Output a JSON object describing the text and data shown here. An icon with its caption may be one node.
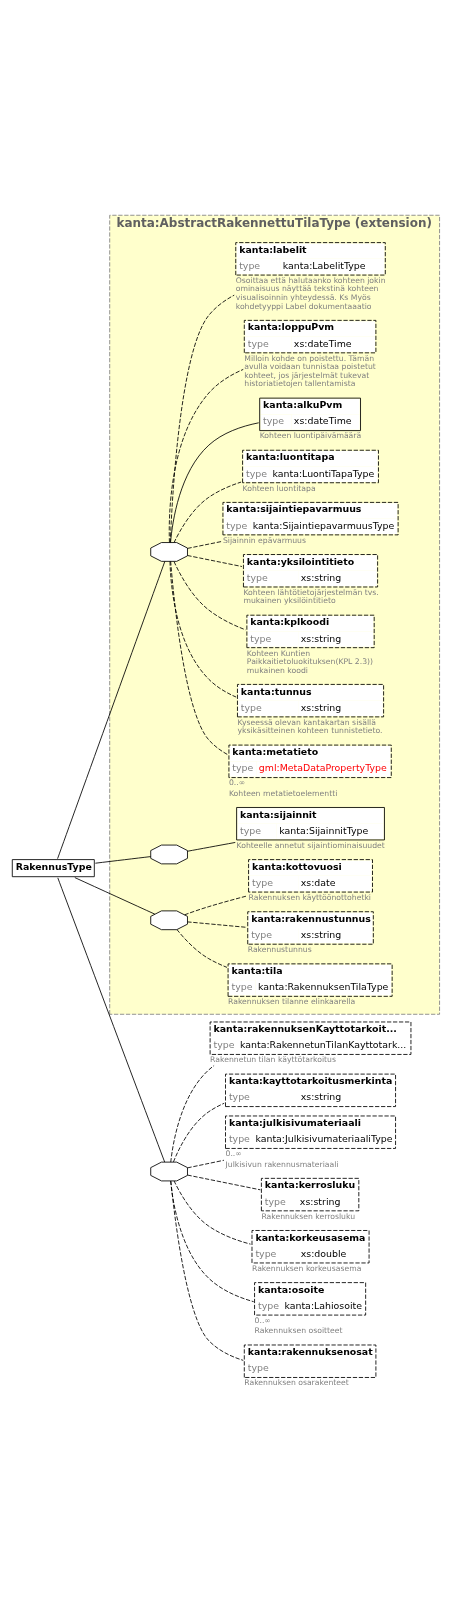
{
  "diagram": {
    "nodes": [
      {
        "text": [
          "RakennusType"
        ]
      },
      {
        "text": [
          "kanta:AbstractRakennettuTilaType (extension)"
        ]
      },
      {
        "text": [],
        "shape": "octagon",
        "in": 1
      },
      {
        "text": [
          "kanta:metatieto",
          "type",
          "gml:MetaDataPropertyType"
        ],
        "beside": [
          "0..∞",
          "Kohteen metatietoelementti"
        ],
        "in": 1
      },
      {
        "text": [
          "kanta:tunnus",
          "type",
          "xs:string"
        ],
        "beside": [
          "Kyseessä olevan kantakartan sisällä yksikäsitteinen kohteen tunnistetieto."
        ],
        "in": 1
      },
      {
        "text": [
          "kanta:kplkoodi",
          "type",
          "xs:string"
        ],
        "beside": [
          "Kohteen Kuntien Paikkaitietoluokituksen(KPL 2.3)) mukainen koodi"
        ],
        "in": 1
      },
      {
        "text": [
          "kanta:yksilointitieto",
          "type",
          "xs:string"
        ],
        "beside": [
          "Kohteen lähtötietojärjestelmän tvs. mukainen yksilöintitieto"
        ],
        "in": 1
      },
      {
        "text": [
          "kanta:sijaintiepavarmuus",
          "type",
          "kanta:SijaintiepavarmuusType"
        ],
        "beside": [
          "Sijainnin epävarmuus"
        ],
        "in": 1
      },
      {
        "text": [
          "kanta:luontitapa",
          "type",
          "kanta:LuontiTapaType"
        ],
        "beside": [
          "Kohteen luontitapa"
        ],
        "in": 1
      },
      {
        "text": [
          "kanta:alkuPvm",
          "type",
          "xs:dateTime"
        ],
        "beside": [
          "Kohteen luontipäivämäärä"
        ],
        "in": 1
      },
      {
        "text": [
          "kanta:loppuPvm",
          "type",
          "xs:dateTime"
        ],
        "beside": [
          "Milloin kohde on poistettu. Tämän avulla voidaan tunnistaa poistetut kohteet, jos järjestelmät tukevat historiatietojen tallentamista"
        ],
        "in": 1
      },
      {
        "text": [
          "kanta:labelit",
          "type",
          "kanta:LabelitType"
        ],
        "beside": [
          "Osoittaa että halutaanko kohteen jokin ominaisuus näyttää tekstinä kohteen visualisoinnin yhteydessä. Ks Myös kohdetyyppi Label dokumentaaatio"
        ],
        "in": 1
      },
      {
        "text": [],
        "shape": "octagon",
        "in": 1
      },
      {
        "text": [
          "kanta:sijainnit",
          "type",
          "kanta:SijainnitType"
        ],
        "beside": [
          "Kohteelle annetut sijaintiominaisuudet"
        ],
        "in": 1
      },
      {
        "text": [],
        "shape": "octagon",
        "in": 1
      },
      {
        "text": [
          "kanta:tila",
          "type",
          "kanta:RakennuksenTilaType"
        ],
        "beside": [
          "Rakennuksen tilanne elinkaarella"
        ],
        "in": 1
      },
      {
        "text": [
          "kanta:rakennustunnus",
          "type",
          "xs:string"
        ],
        "beside": [
          "Rakennustunnus"
        ],
        "in": 1
      },
      {
        "text": [
          "kanta:kottovuosi",
          "type",
          "xs:date"
        ],
        "beside": [
          "Rakennuksen käyttöönottohetki"
        ],
        "in": 1
      },
      {
        "text": [],
        "shape": "octagon"
      },
      {
        "text": [
          "kanta:rakennuksenKayttotarkoit...",
          "type",
          "kanta:RakennetunTilanKayttotark..."
        ],
        "beside": [
          "Rakennetun tilan käyttötarkoitus"
        ]
      },
      {
        "text": [
          "kanta:kayttotarkoitusmerkinta",
          "type",
          "xs:string"
        ]
      },
      {
        "text": [
          "kanta:julkisivumateriaali",
          "type",
          "kanta:JulkisivumateriaaliType"
        ],
        "beside": [
          "0..∞",
          "Julkisivun rakennusmateriaali"
        ]
      },
      {
        "text": [
          "kanta:kerrosluku",
          "type",
          "xs:string"
        ],
        "beside": [
          "Rakennuksen kerrosluku"
        ]
      },
      {
        "text": [
          "kanta:korkeusasema",
          "type",
          "xs:double"
        ],
        "beside": [
          "Rakennuksen korkeusasema"
        ]
      },
      {
        "text": [
          "kanta:osoite",
          "type",
          "kanta:Lahiosoite"
        ],
        "beside": [
          "0..∞",
          "Rakennuksen osoitteet"
        ]
      },
      {
        "text": [
          "kanta:rakennuksenosat",
          "type"
        ],
        "beside": [
          "Rakennuksen osarakenteet"
        ]
      }
    ],
    "edges": [
      {
        "from": 0,
        "to": 2,
        "arrow": "none"
      },
      {
        "from": 2,
        "to": 3,
        "arrow": "none",
        "style": "dashed"
      },
      {
        "from": 2,
        "to": 4,
        "arrow": "none",
        "style": "dashed"
      },
      {
        "from": 2,
        "to": 5,
        "arrow": "none",
        "style": "dashed"
      },
      {
        "from": 2,
        "to": 6,
        "arrow": "none",
        "style": "dashed"
      },
      {
        "from": 2,
        "to": 7,
        "arrow": "none",
        "style": "dashed"
      },
      {
        "from": 2,
        "to": 8,
        "arrow": "none",
        "style": "dashed"
      },
      {
        "from": 2,
        "to": 9,
        "arrow": "none"
      },
      {
        "from": 2,
        "to": 10,
        "arrow": "none",
        "style": "dashed"
      },
      {
        "from": 2,
        "to": 11,
        "arrow": "none",
        "style": "dashed"
      },
      {
        "from": 0,
        "to": 12,
        "arrow": "none"
      },
      {
        "from": 12,
        "to": 13,
        "arrow": "none"
      },
      {
        "from": 0,
        "to": 14,
        "arrow": "none"
      },
      {
        "from": 14,
        "to": 15,
        "arrow": "none",
        "style": "dashed"
      },
      {
        "from": 14,
        "to": 16,
        "arrow": "none",
        "style": "dashed"
      },
      {
        "from": 14,
        "to": 17,
        "arrow": "none",
        "style": "dashed"
      },
      {
        "from": 0,
        "to": 18,
        "arrow": "none"
      },
      {
        "from": 18,
        "to": 19,
        "arrow": "none",
        "style": "dashed"
      },
      {
        "from": 18,
        "to": 20,
        "arrow": "none",
        "style": "dashed"
      },
      {
        "from": 18,
        "to": 21,
        "arrow": "none",
        "style": "dashed"
      },
      {
        "from": 18,
        "to": 22,
        "arrow": "none",
        "style": "dashed"
      },
      {
        "from": 18,
        "to": 23,
        "arrow": "none",
        "style": "dashed"
      },
      {
        "from": 18,
        "to": 24,
        "arrow": "none",
        "style": "dashed"
      },
      {
        "from": 18,
        "to": 25,
        "arrow": "none",
        "style": "dashed"
      }
    ]
  }
}
